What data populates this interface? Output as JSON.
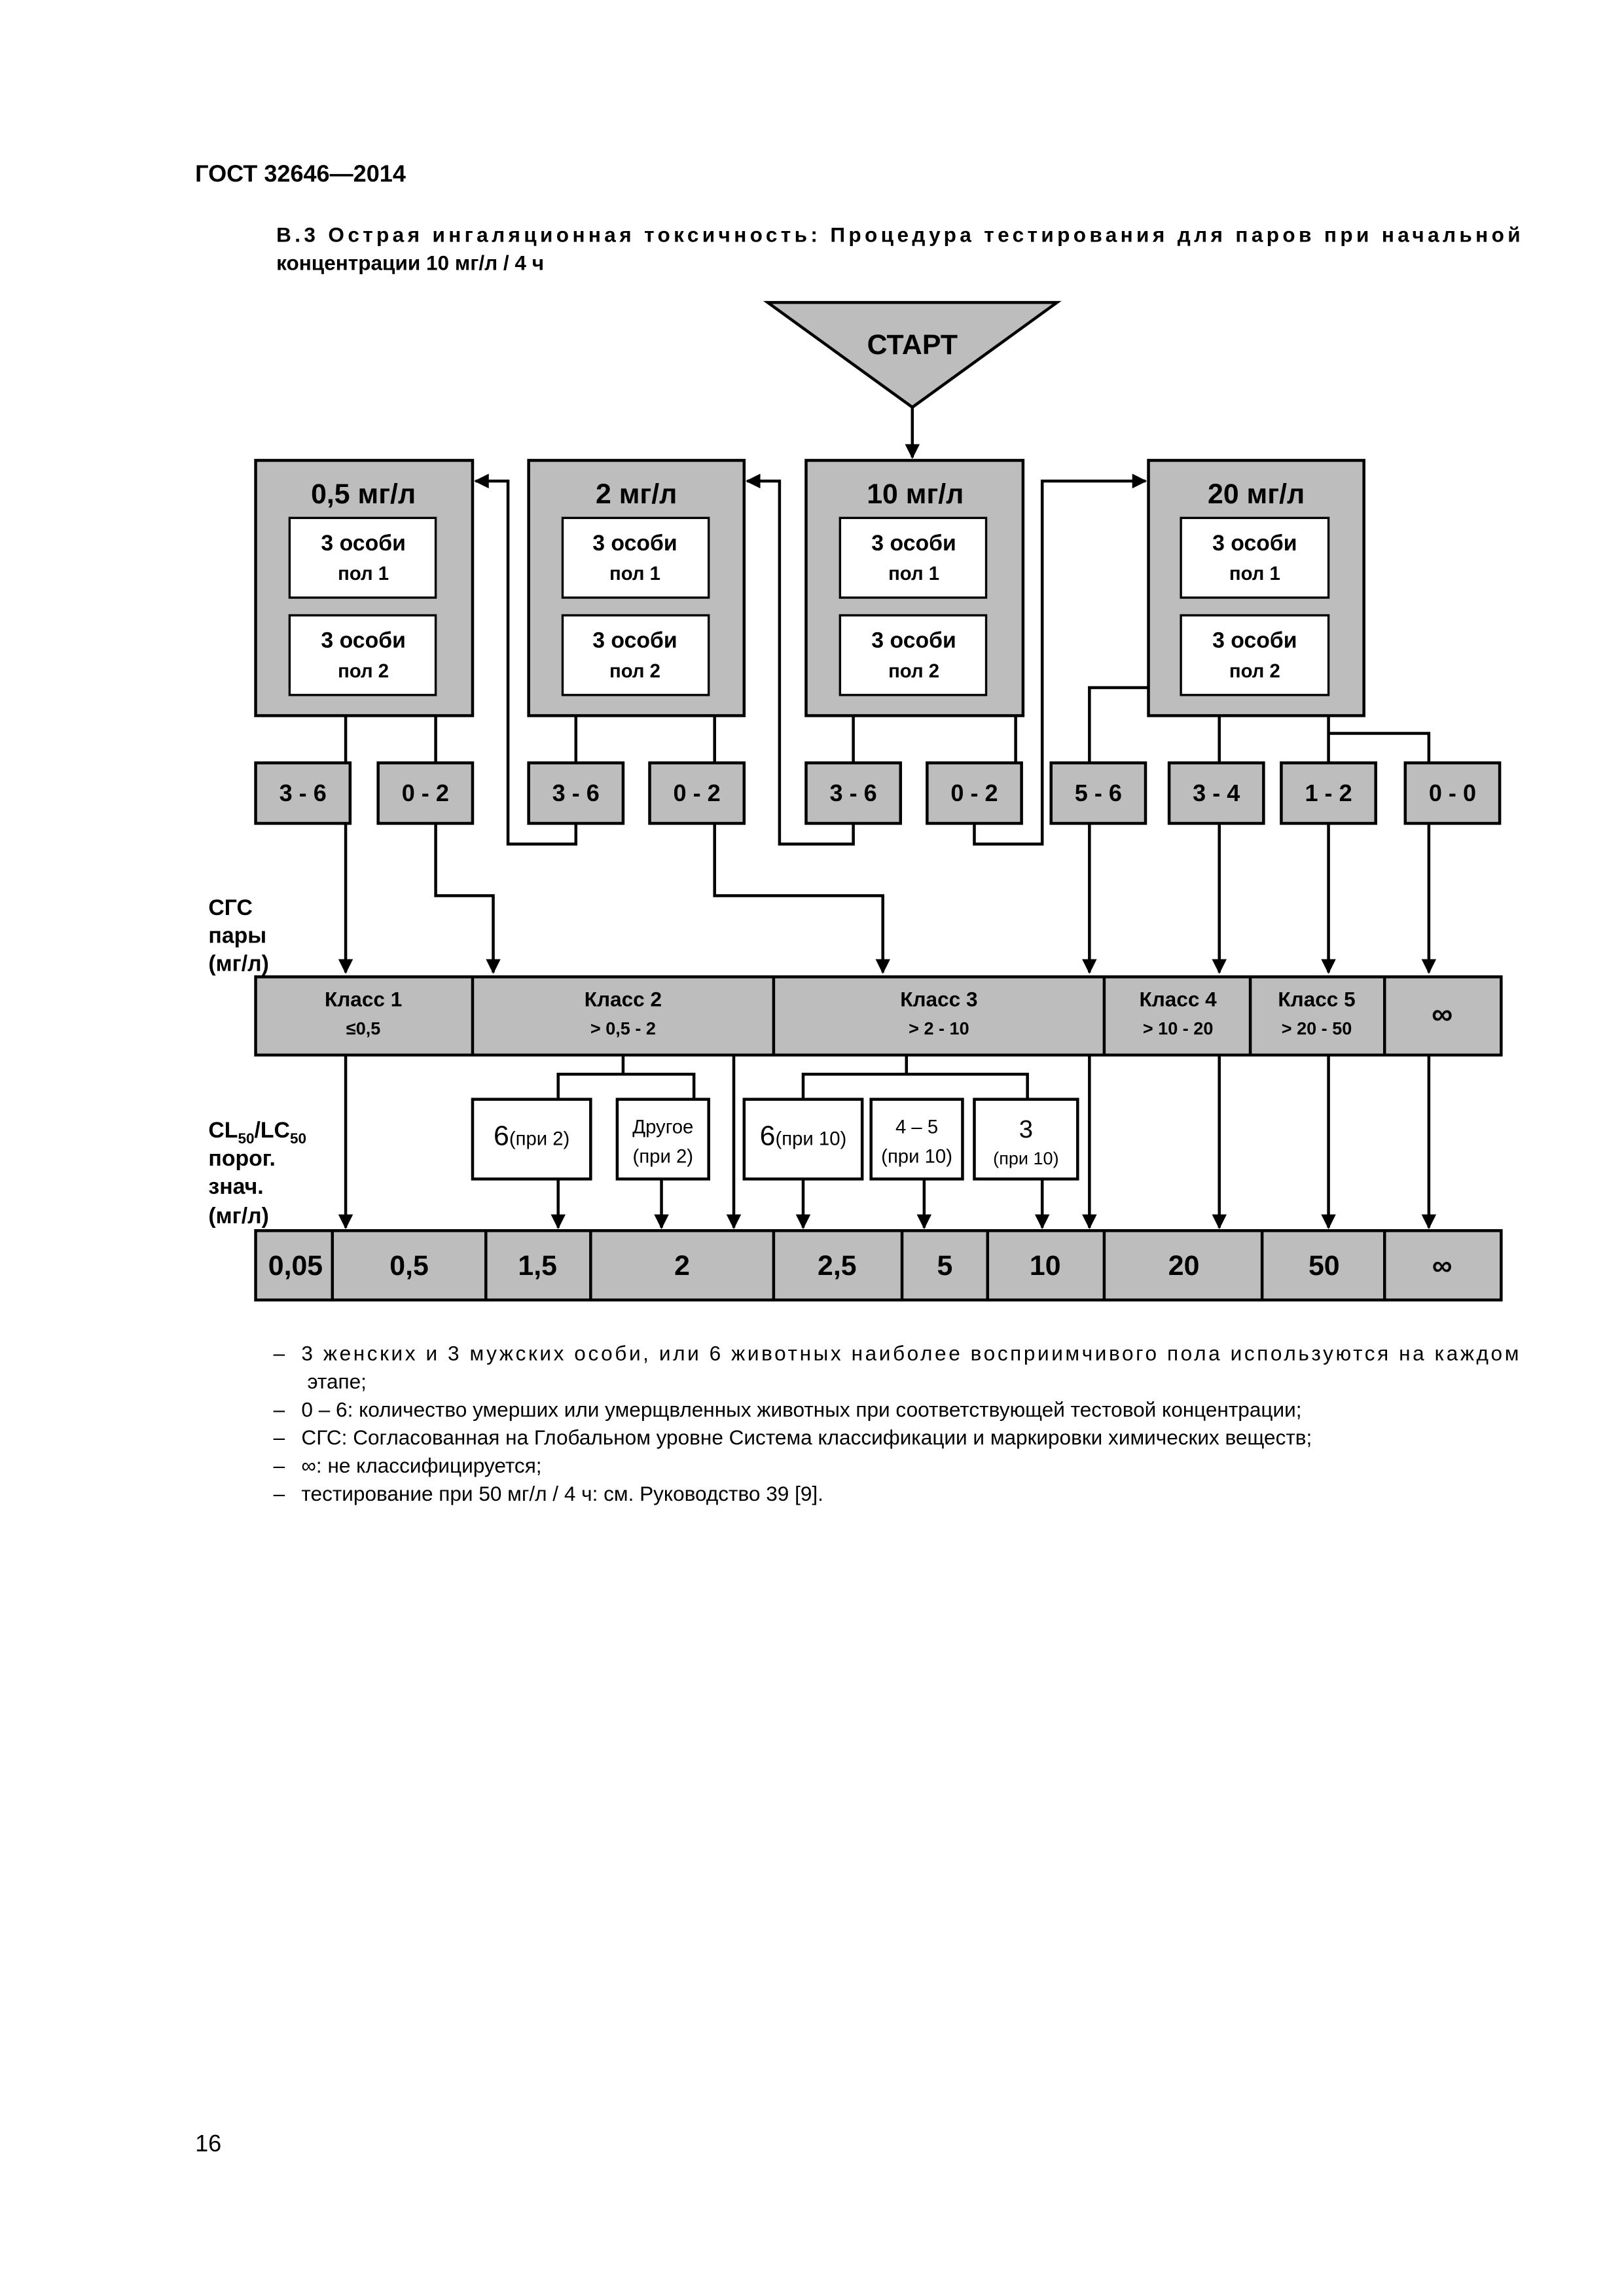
{
  "header": {
    "doc_id": "ГОСТ 32646—2014",
    "page_number": "16"
  },
  "caption": {
    "line1": "В.3 Острая ингаляционная токсичность: Процедура тестирования для паров при начальной",
    "line2": "концентрации 10 мг/л / 4 ч"
  },
  "flowchart": {
    "start_label": "СТАРТ",
    "groups": [
      {
        "dose": "0,5 мг/л",
        "box1_count": "3 особи",
        "box1_sex": "пол 1",
        "box2_count": "3 особи",
        "box2_sex": "пол 2"
      },
      {
        "dose": "2 мг/л",
        "box1_count": "3 особи",
        "box1_sex": "пол 1",
        "box2_count": "3 особи",
        "box2_sex": "пол 2"
      },
      {
        "dose": "10 мг/л",
        "box1_count": "3 особи",
        "box1_sex": "пол 1",
        "box2_count": "3 особи",
        "box2_sex": "пол 2"
      },
      {
        "dose": "20 мг/л",
        "box1_count": "3 особи",
        "box1_sex": "пол 1",
        "box2_count": "3 особи",
        "box2_sex": "пол 2"
      }
    ],
    "outcomes": [
      "3 - 6",
      "0 - 2",
      "3 - 6",
      "0 - 2",
      "3 - 6",
      "0 - 2",
      "5 - 6",
      "3 - 4",
      "1 - 2",
      "0 - 0"
    ],
    "ghs_label": [
      "СГС",
      "пары",
      "(мг/л)"
    ],
    "classes": [
      {
        "name": "Класс 1",
        "range": "≤0,5"
      },
      {
        "name": "Класс 2",
        "range": "> 0,5 - 2"
      },
      {
        "name": "Класс 3",
        "range": "> 2 - 10"
      },
      {
        "name": "Класс 4",
        "range": "> 10 - 20"
      },
      {
        "name": "Класс 5",
        "range": "> 20 - 50"
      },
      {
        "name": "∞",
        "range": ""
      }
    ],
    "subboxes": [
      {
        "a": "6",
        "b": "(при 2)"
      },
      {
        "a": "Другое",
        "b": "(при 2)"
      },
      {
        "a": "6",
        "b": "(при 10)"
      },
      {
        "a": "4 – 5",
        "b": "(при 10)"
      },
      {
        "a": "3",
        "b": "(при 10)"
      }
    ],
    "cl_label": {
      "sub": "50",
      "line1a": "CL",
      "line1b": "/LC",
      "line2": "порог.",
      "line3": "знач.",
      "line4": "(мг/л)"
    },
    "thresholds": [
      "0,05",
      "0,5",
      "1,5",
      "2",
      "2,5",
      "5",
      "10",
      "20",
      "50",
      "∞"
    ]
  },
  "notes": [
    "3 женских и 3 мужских особи, или 6 животных наиболее восприимчивого пола используются на каждом",
    "этапе;",
    "0 – 6: количество умерших или умерщвленных животных при соответствующей тестовой концентрации;",
    "СГС: Согласованная на Глобальном уровне Система классификации и маркировки химических веществ;",
    "∞: не классифицируется;",
    "тестирование при 50 мг/л / 4 ч: см. Руководство 39 [9]."
  ],
  "note_bullet": "–",
  "colors": {
    "box_gray": "#bdbdbd",
    "line": "#000000",
    "paper": "#ffffff"
  }
}
